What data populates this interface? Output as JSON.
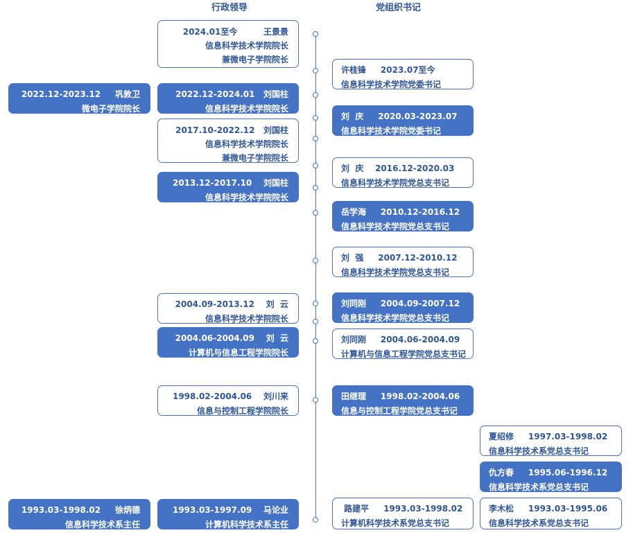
{
  "headers": {
    "admin": "行政领导",
    "party": "党组织书记"
  },
  "admin_leaders": [
    {
      "lines": [
        "2024.01至今         王景景",
        "信息科学技术学院院长",
        "兼微电子学院院长"
      ],
      "filled": false
    },
    {
      "lines": [
        "2022.12-2024.01   刘国柱",
        "信息科学技术学院院长"
      ],
      "filled": true
    },
    {
      "lines": [
        "2017.10-2022.12   刘国柱",
        "信息科学技术学院院长",
        "兼微电子学院院长"
      ],
      "filled": false
    },
    {
      "lines": [
        "2013.12-2017.10    刘国柱",
        "信息科学技术学院院长"
      ],
      "filled": true
    },
    {
      "lines": [
        "2004.09-2013.12    刘  云",
        "信息科学技术学院院长"
      ],
      "filled": false
    },
    {
      "lines": [
        "2004.06-2004.09    刘  云",
        "计算机与信息工程学院院长"
      ],
      "filled": true
    },
    {
      "lines": [
        "1998.02-2004.06    刘川来",
        "信息与控制工程学院院长"
      ],
      "filled": false
    },
    {
      "lines": [
        "1993.03-1997.09    马论业",
        "计算机科学技术系主任"
      ],
      "filled": true
    }
  ],
  "other_leaders": [
    {
      "lines": [
        "2022.12-2023.12     巩敦卫",
        "微电子学院院长"
      ],
      "filled": true
    },
    {
      "lines": [
        "1993.03-1998.02     徐炳德",
        "信息科学技术系主任"
      ],
      "filled": true
    }
  ],
  "party_secretaries": [
    {
      "lines": [
        "许桂锋     2023.07至今",
        "信息科学技术学院党委书记"
      ],
      "filled": false
    },
    {
      "lines": [
        "刘  庆     2020.03-2023.07",
        "信息科学技术学院党委书记"
      ],
      "filled": true
    },
    {
      "lines": [
        "刘  庆    2016.12-2020.03",
        "信息科学技术学院党总支书记"
      ],
      "filled": false
    },
    {
      "lines": [
        "岳学海     2010.12-2016.12",
        "信息科学技术学院党总支书记"
      ],
      "filled": true
    },
    {
      "lines": [
        "刘  强     2007.12-2010.12",
        "信息科学技术学院党总支书记"
      ],
      "filled": false
    },
    {
      "lines": [
        "刘同刚     2004.09-2007.12",
        "信息科学技术学院党总支书记"
      ],
      "filled": true
    },
    {
      "lines": [
        "刘同刚     2004.06-2004.09",
        "计算机与信息工程学院党总支书记"
      ],
      "filled": false
    },
    {
      "lines": [
        "田继理     1998.02-2004.06",
        "信息与控制工程学院党总支书记"
      ],
      "filled": true
    },
    {
      "lines": [
        " 路建平     1993.03-1998.02",
        "计算机科学技术系党总支书记"
      ],
      "filled": false
    }
  ],
  "dept_secretaries": [
    {
      "lines": [
        "夏绍修     1997.03-1998.02",
        "信息科学技术系党总支书记"
      ],
      "filled": false
    },
    {
      "lines": [
        "仇方春     1995.06-1996.12",
        "信息科学技术系党总支书记"
      ],
      "filled": true
    },
    {
      "lines": [
        "李木松     1993.03-1995.06",
        "信息科学技术系党总支书记"
      ],
      "filled": false
    }
  ]
}
